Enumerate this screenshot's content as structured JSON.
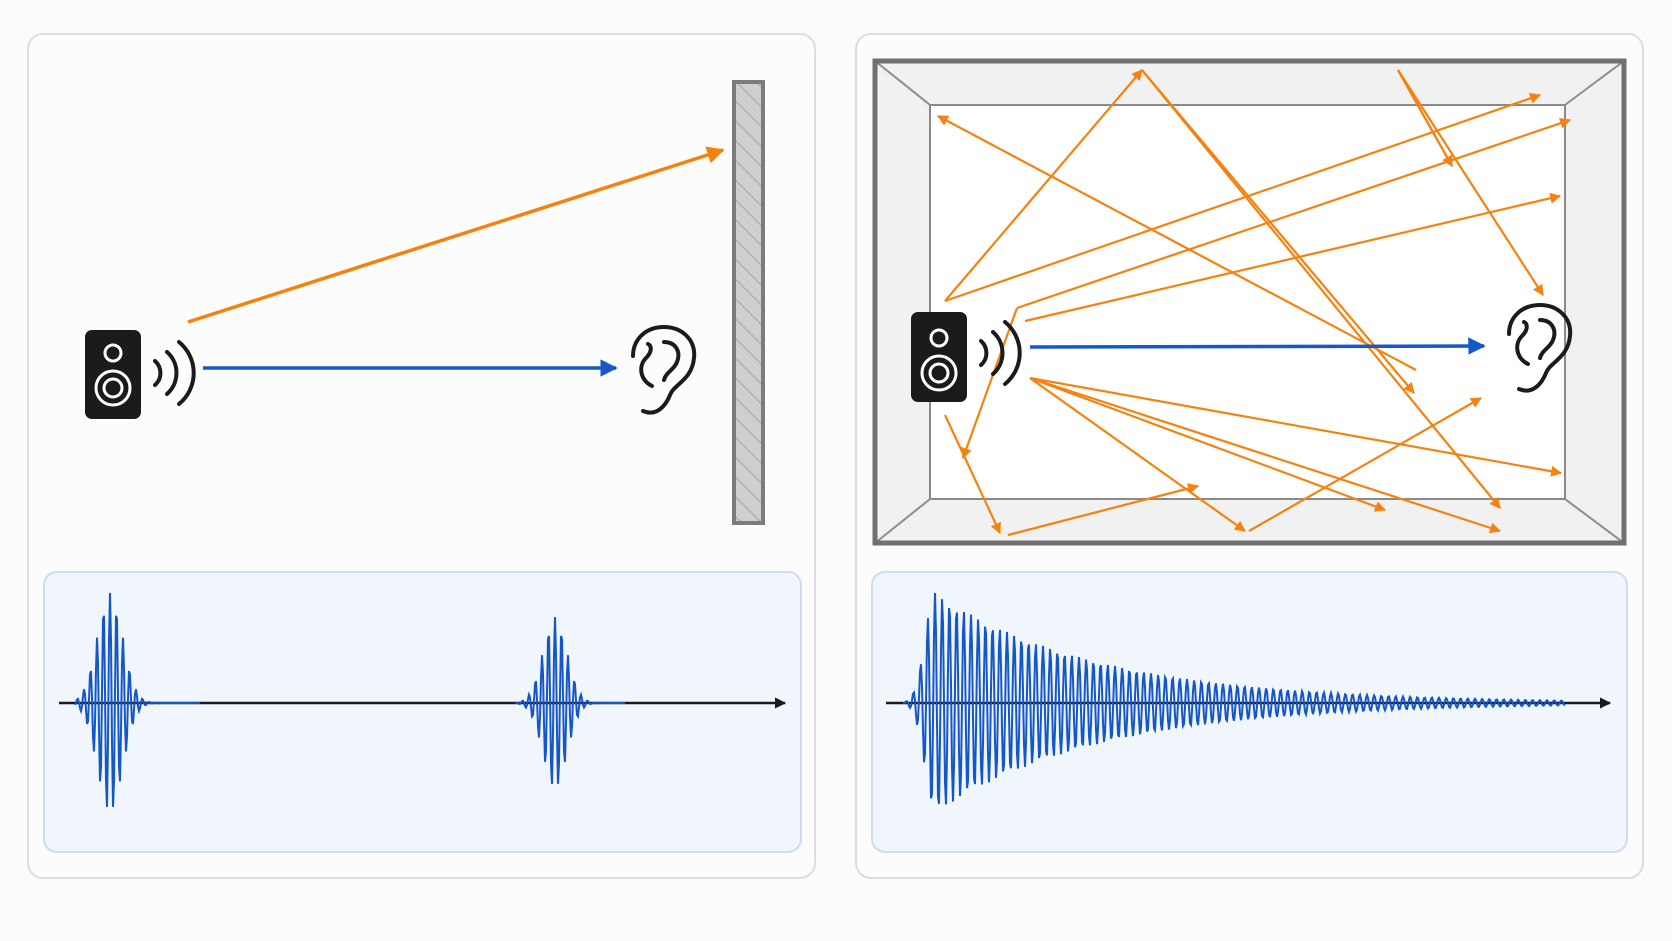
{
  "colors": {
    "direct_path": "#1459c7",
    "reflection_path": "#f5820f",
    "waveform": "#1557c9",
    "time_axis": "#1a1a1a",
    "wall": "#8a8a8a",
    "room_border": "#707070",
    "speaker": "#1b1b1b",
    "panel_border": "#dcdde2",
    "wave_box_background": "#f1f5fc"
  },
  "icons": [
    "speaker-icon",
    "sound-waves-icon",
    "ear-icon",
    "wall",
    "room",
    "time-axis-arrow"
  ],
  "left_scene": {
    "reflection_count": 1,
    "has_wall": true
  },
  "right_scene": {
    "reflection_count": 20,
    "has_room": true
  },
  "left_waveform": {
    "pulses": 2,
    "pulse_peaks": [
      1.0,
      0.78
    ]
  },
  "right_waveform": {
    "pulses": 1,
    "decay": "exponential",
    "peak": 1.0
  }
}
